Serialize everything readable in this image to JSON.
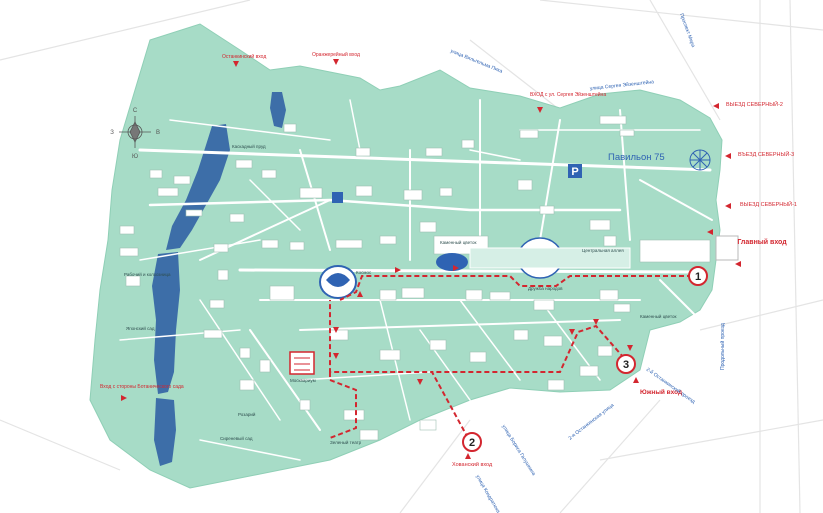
{
  "colors": {
    "park": "#a7dcc7",
    "park_dark": "#8fcfb6",
    "water": "#3d6ea8",
    "road": "#ffffff",
    "route": "#d3262f",
    "entry_text": "#d3262f",
    "street_text": "#2f63b3",
    "building": "#ffffff"
  },
  "entrances": [
    {
      "label": "Главный вход"
    },
    {
      "label": "Южный вход"
    },
    {
      "label": "Хованский вход"
    },
    {
      "label": "Вход с стороны Ботанического сада"
    },
    {
      "label": "Останкинский вход"
    },
    {
      "label": "Оранжерейный вход"
    },
    {
      "label": "ВХОД с ул. Сергея Эйзенштейна"
    }
  ],
  "exits": [
    {
      "label": "ВЫЕЗД СЕВЕРНЫЙ-2"
    },
    {
      "label": "ВЪЕЗД СЕВЕРНЫЙ-3"
    },
    {
      "label": "ВЫЕЗД СЕВЕРНЫЙ-1"
    }
  ],
  "route_markers": [
    "1",
    "2",
    "3"
  ],
  "pavilion": {
    "label": "Павильон 75"
  },
  "parking_icon": "P",
  "streets": [
    {
      "label": "улица Вильгельма Пика"
    },
    {
      "label": "улица Сергея Эйзенштейна"
    },
    {
      "label": "Проспект Мира"
    },
    {
      "label": "Продольный проезд"
    },
    {
      "label": "улица Бориса Галушкина"
    },
    {
      "label": "2-я Останкинская улица"
    },
    {
      "label": "улица Кондратюка"
    },
    {
      "label": "2-й Останкинский проезд"
    }
  ],
  "places": [
    {
      "label": "Каскадный пруд"
    },
    {
      "label": "Каменный цветок"
    },
    {
      "label": "Дружба народов"
    },
    {
      "label": "Центральная аллея"
    },
    {
      "label": "Москвариум"
    },
    {
      "label": "Космос"
    },
    {
      "label": "Зеленый театр"
    },
    {
      "label": "Сиреневый сад"
    },
    {
      "label": "Розарий"
    },
    {
      "label": "Японский сад"
    },
    {
      "label": "Каменный цветок"
    },
    {
      "label": "Рабочий и колхозница"
    }
  ],
  "compass": {
    "n": "С",
    "s": "Ю",
    "w": "З",
    "e": "В"
  }
}
